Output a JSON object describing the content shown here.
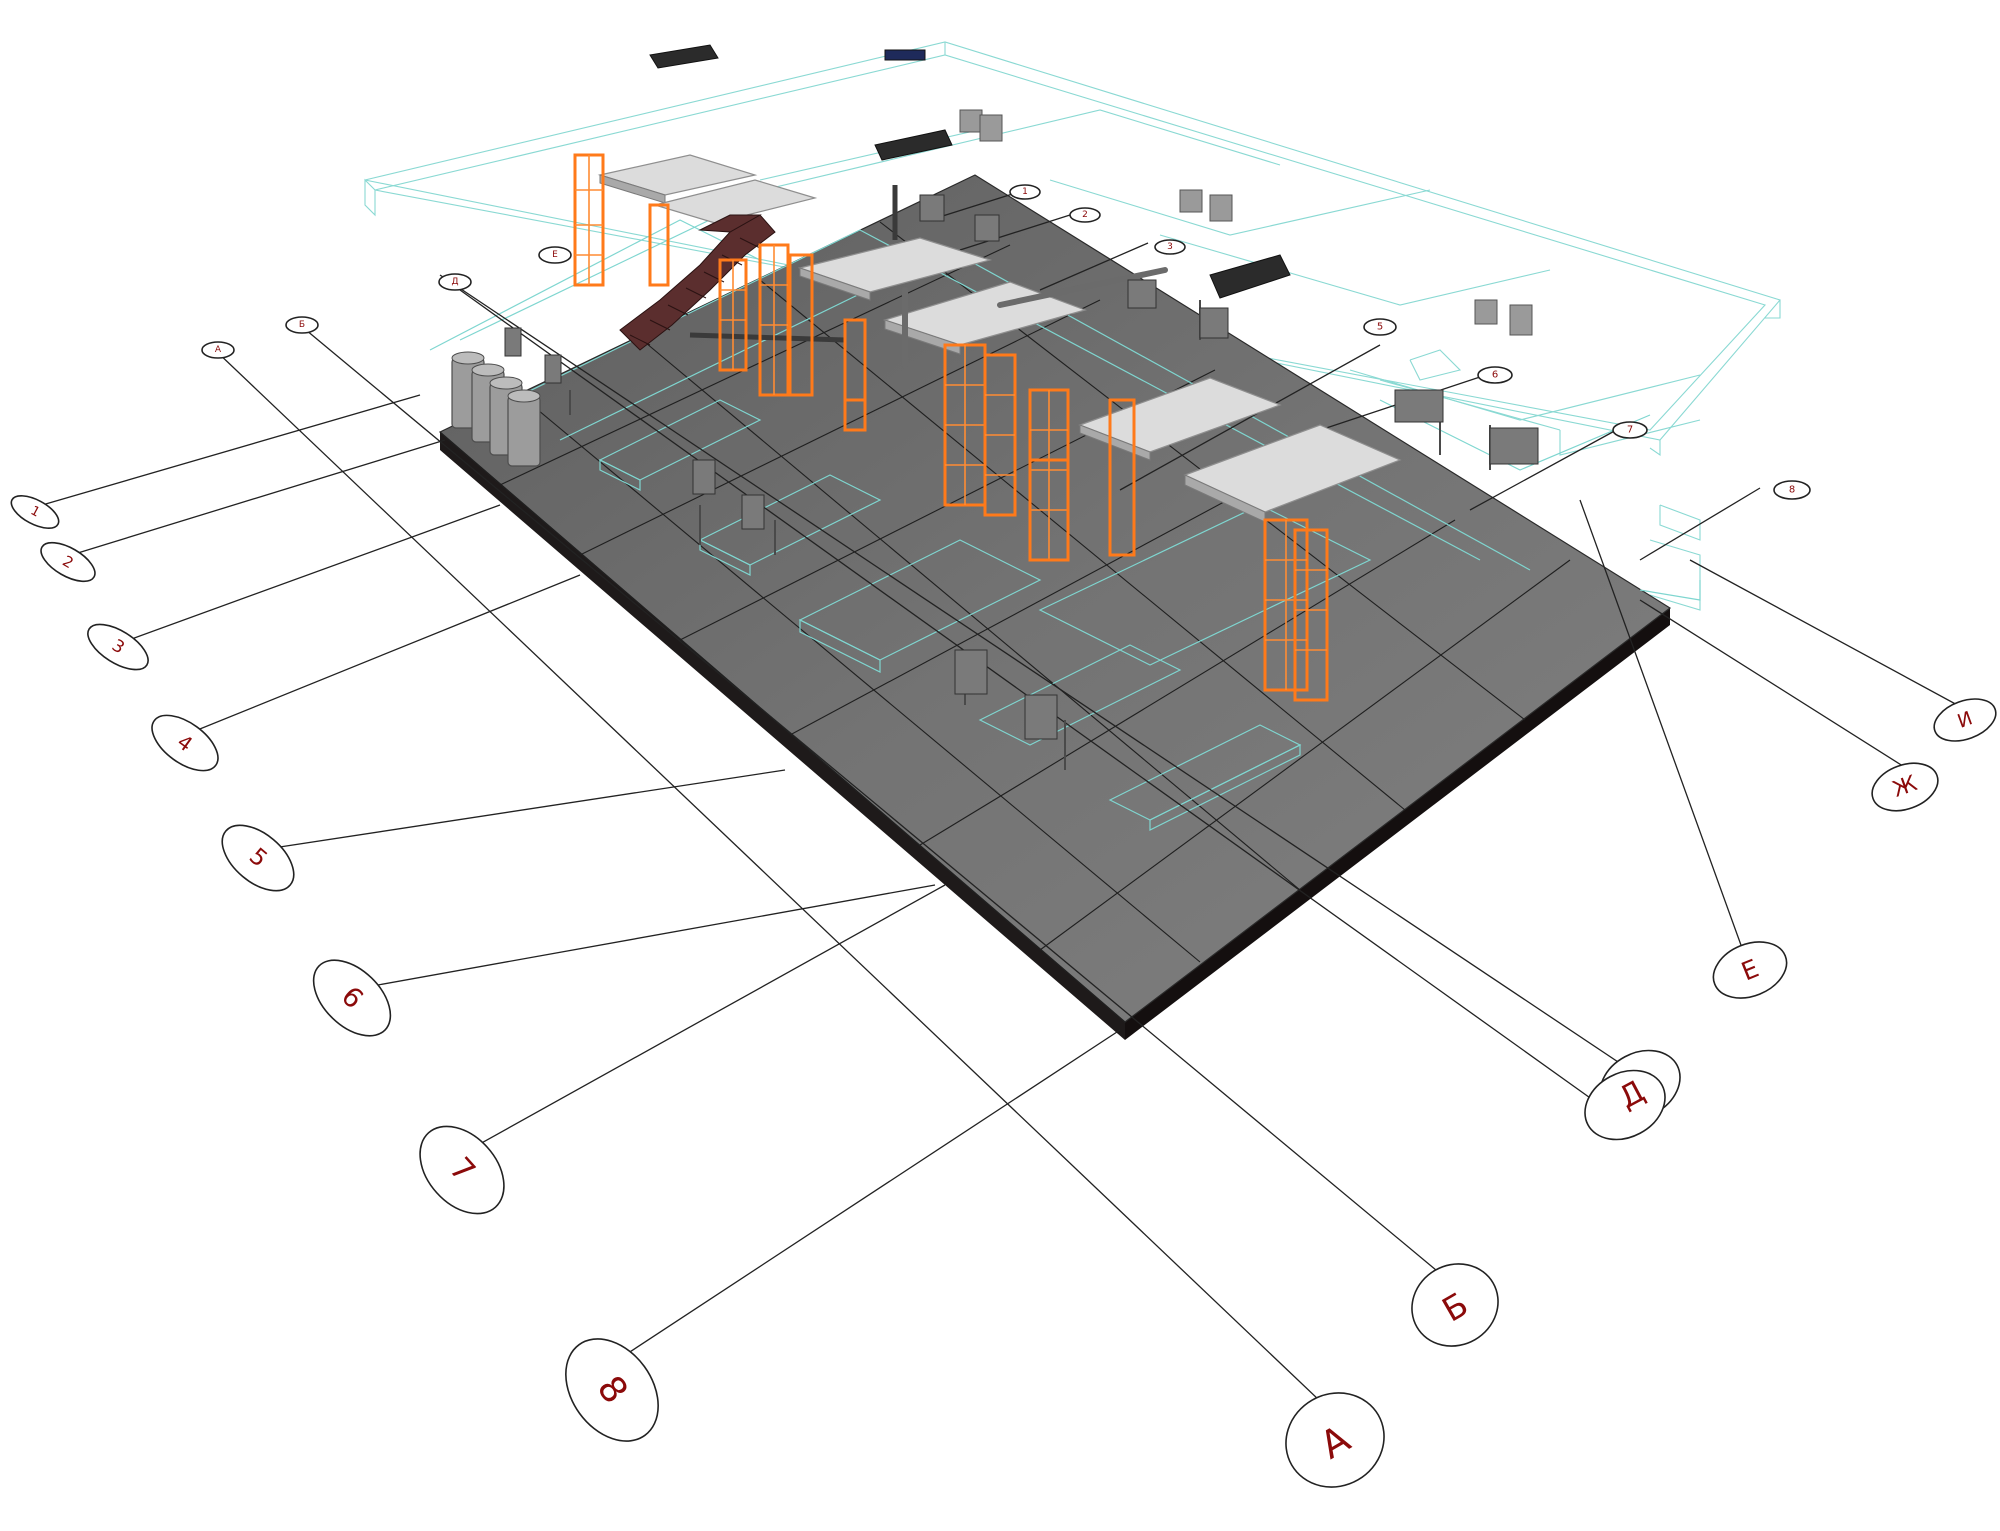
{
  "model_view": {
    "axes_numeric": [
      "1",
      "2",
      "3",
      "4",
      "5",
      "6",
      "7",
      "8"
    ],
    "axes_letter": [
      "А",
      "Б",
      "Д",
      "Е",
      "Ж",
      "И"
    ],
    "axes_far_numeric": [
      "1",
      "2",
      "3",
      "5",
      "6",
      "7",
      "8"
    ],
    "axes_far_letter": [
      "А",
      "Б",
      "Е",
      "Д"
    ],
    "colors": {
      "slab_top": "#6e6e6e",
      "slab_edge": "#1e1a1a",
      "door_frames": "#ff7a1a",
      "ghost_walls": "#8ad9d3",
      "axis_labels": "#8b0a0a",
      "ceiling_panels": "#dcdcdc",
      "stair": "#5b2e2e"
    },
    "icons": {
      "door": "orange-door-frame-icon",
      "radiator": "radiator-icon",
      "ventilation": "vent-box-icon",
      "tank": "cylindrical-tank-icon",
      "stair": "staircase-icon"
    }
  }
}
